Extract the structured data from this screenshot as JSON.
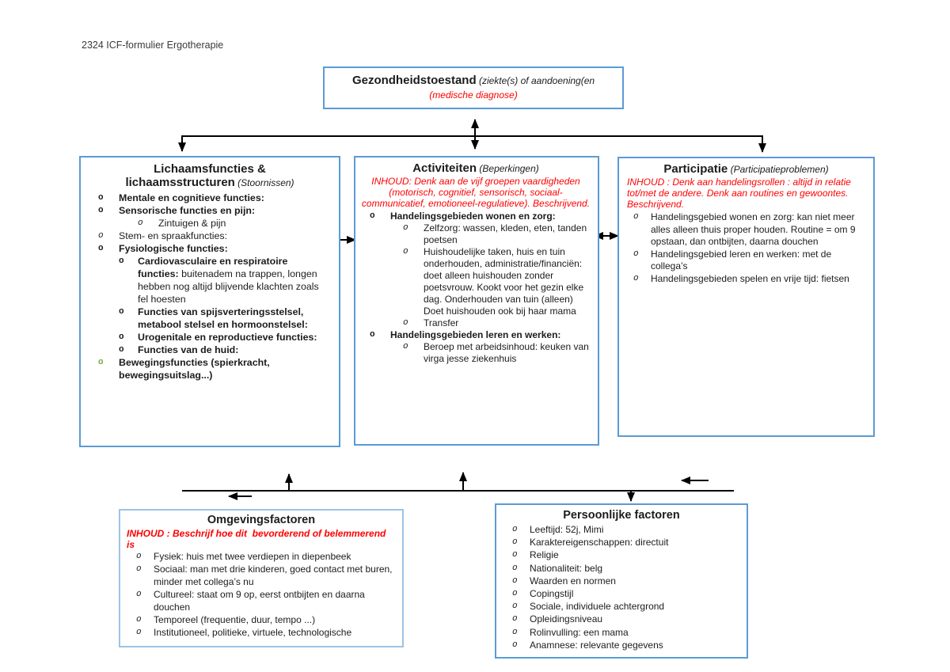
{
  "page": {
    "header": "2324 ICF-formulier Ergotherapie"
  },
  "accents": {
    "box_border_blue": "#5B9BD5",
    "box_border_blue_light": "#9DC3E6",
    "warning_red": "#FF0000",
    "green_bullet": "#70AD47",
    "arrow_black": "#000000"
  },
  "boxes": {
    "gezondheidstoestand": {
      "title": "Gezondheidstoestand",
      "subtitle": " (ziekte(s) of aandoening(en",
      "diagnose_label": "(medische diagnose)"
    },
    "lichaamsfuncties": {
      "title_line1": "Lichaamsfuncties &",
      "title_line2": "lichaamsstructuren",
      "title_suffix": " (Stoornissen)",
      "items": [
        {
          "level": 1,
          "bullet": "bold",
          "runs": [
            {
              "b": true,
              "t": "Mentale en cognitieve functies:"
            }
          ]
        },
        {
          "level": 1,
          "bullet": "bold",
          "runs": [
            {
              "b": true,
              "t": "Sensorische functies en pijn:"
            }
          ]
        },
        {
          "level": 2,
          "deep": true,
          "bullet": "italic",
          "runs": [
            {
              "t": "Zintuigen & pijn"
            }
          ]
        },
        {
          "level": 1,
          "bullet": "italic",
          "runs": [
            {
              "t": "Stem- en spraakfuncties:"
            }
          ]
        },
        {
          "level": 1,
          "bullet": "bold",
          "runs": [
            {
              "b": true,
              "t": "Fysiologische functies:"
            }
          ]
        },
        {
          "level": 2,
          "bullet": "bold",
          "runs": [
            {
              "b": true,
              "t": "Cardiovasculaire en respiratoire functies:"
            },
            {
              "t": " buitenadem na trappen, longen hebben nog altijd blijvende klachten zoals fel hoesten"
            }
          ]
        },
        {
          "level": 2,
          "bullet": "bold",
          "runs": [
            {
              "b": true,
              "t": "Functies van spijsverteringsstelsel, metabool stelsel en hormoonstelsel:"
            }
          ]
        },
        {
          "level": 2,
          "bullet": "bold",
          "runs": [
            {
              "b": true,
              "t": "Urogenitale en reproductieve functies:"
            }
          ]
        },
        {
          "level": 2,
          "bullet": "bold",
          "runs": [
            {
              "b": true,
              "t": "Functies van de huid:"
            }
          ]
        },
        {
          "level": 1,
          "bullet": "green",
          "runs": [
            {
              "b": true,
              "t": "Bewegingsfuncties (spierkracht, bewegingsuitslag...)"
            }
          ]
        }
      ]
    },
    "activiteiten": {
      "title": "Activiteiten",
      "title_suffix": " (Beperkingen)",
      "inhoud": "INHOUD: Denk aan de vijf groepen vaardigheden (motorisch, cognitief, sensorisch, sociaal-communicatief, emotioneel-regulatieve). Beschrijvend.",
      "items": [
        {
          "level": 1,
          "bullet": "bold",
          "runs": [
            {
              "b": true,
              "t": "Handelingsgebieden wonen en zorg:"
            }
          ]
        },
        {
          "level": 2,
          "bullet": "italic",
          "runs": [
            {
              "t": "Zelfzorg: wassen, kleden, eten, tanden poetsen"
            }
          ]
        },
        {
          "level": 2,
          "bullet": "italic",
          "runs": [
            {
              "t": "Huishoudelijke taken, huis en tuin onderhouden, administratie/financiën: doet alleen huishouden zonder poetsvrouw. Kookt voor het gezin elke dag. Onderhouden van tuin (alleen)\nDoet huishouden ook bij haar mama"
            }
          ]
        },
        {
          "level": 2,
          "bullet": "italic",
          "runs": [
            {
              "t": "Transfer"
            }
          ]
        },
        {
          "level": 1,
          "bullet": "bold",
          "runs": [
            {
              "b": true,
              "t": "Handelingsgebieden leren en werken:"
            }
          ]
        },
        {
          "level": 2,
          "bullet": "italic",
          "runs": [
            {
              "t": "Beroep met arbeidsinhoud: keuken van virga jesse ziekenhuis"
            }
          ]
        }
      ]
    },
    "participatie": {
      "title": "Participatie",
      "title_suffix": " (Participatieproblemen)",
      "inhoud": "INHOUD : Denk aan handelingsrollen : altijd in relatie tot/met de andere. Denk aan routines en gewoontes. Beschrijvend.",
      "items": [
        {
          "level": 1,
          "bullet": "italic",
          "runs": [
            {
              "t": "Handelingsgebied wonen en zorg: kan niet meer alles alleen thuis proper houden. Routine = om 9 opstaan, dan ontbijten, daarna douchen"
            }
          ]
        },
        {
          "level": 1,
          "bullet": "italic",
          "runs": [
            {
              "t": "Handelingsgebied leren en werken: met de collega’s"
            }
          ]
        },
        {
          "level": 1,
          "bullet": "italic",
          "runs": [
            {
              "t": "Handelingsgebieden spelen en vrije tijd: fietsen"
            }
          ]
        }
      ]
    },
    "omgevingsfactoren": {
      "title": "Omgevingsfactoren",
      "inhoud": "INHOUD : Beschrijf hoe dit  bevorderend of belemmerend is",
      "items": [
        {
          "level": 1,
          "bullet": "italic",
          "runs": [
            {
              "t": "Fysiek: huis met twee verdiepen in diepenbeek"
            }
          ]
        },
        {
          "level": 1,
          "bullet": "italic",
          "runs": [
            {
              "t": "Sociaal: man met drie kinderen, goed contact met buren, minder met collega’s nu"
            }
          ]
        },
        {
          "level": 1,
          "bullet": "italic",
          "runs": [
            {
              "t": "Cultureel: staat om 9 op, eerst ontbijten en daarna douchen"
            }
          ]
        },
        {
          "level": 1,
          "bullet": "italic",
          "runs": [
            {
              "t": "Temporeel (frequentie, duur, tempo ...)"
            }
          ]
        },
        {
          "level": 1,
          "bullet": "italic",
          "runs": [
            {
              "t": "Institutioneel, politieke, virtuele, technologische"
            }
          ]
        }
      ]
    },
    "persoonlijke_factoren": {
      "title": "Persoonlijke factoren",
      "items": [
        {
          "level": 1,
          "bullet": "italic",
          "runs": [
            {
              "t": "Leeftijd: 52j, Mimi"
            }
          ]
        },
        {
          "level": 1,
          "bullet": "italic",
          "runs": [
            {
              "t": "Karaktereigenschappen: directuit"
            }
          ]
        },
        {
          "level": 1,
          "bullet": "italic",
          "runs": [
            {
              "t": "Religie"
            }
          ]
        },
        {
          "level": 1,
          "bullet": "italic",
          "runs": [
            {
              "t": "Nationaliteit: belg"
            }
          ]
        },
        {
          "level": 1,
          "bullet": "italic",
          "runs": [
            {
              "t": "Waarden en normen"
            }
          ]
        },
        {
          "level": 1,
          "bullet": "italic",
          "runs": [
            {
              "t": "Copingstijl"
            }
          ]
        },
        {
          "level": 1,
          "bullet": "italic",
          "runs": [
            {
              "t": "Sociale, individuele achtergrond"
            }
          ]
        },
        {
          "level": 1,
          "bullet": "italic",
          "runs": [
            {
              "t": "Opleidingsniveau"
            }
          ]
        },
        {
          "level": 1,
          "bullet": "italic",
          "runs": [
            {
              "t": "Rolinvulling: een mama"
            }
          ]
        },
        {
          "level": 1,
          "bullet": "italic",
          "runs": [
            {
              "t": "Anamnese: relevante gegevens"
            }
          ]
        }
      ]
    }
  }
}
